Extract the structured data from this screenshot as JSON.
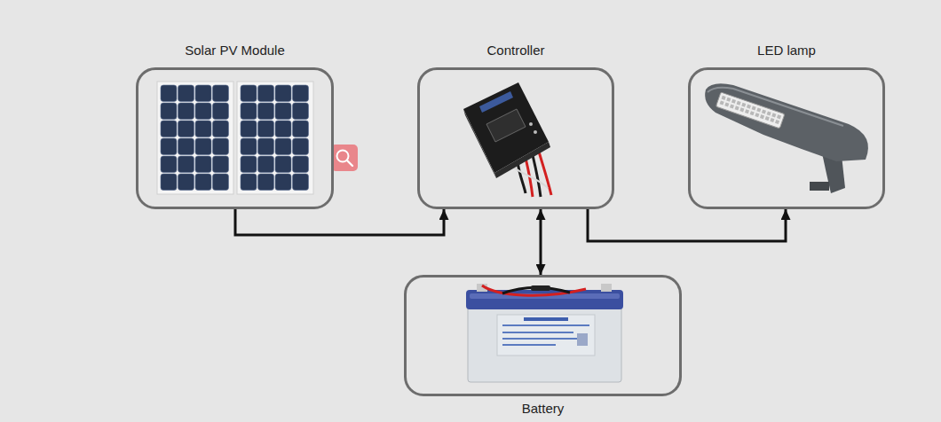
{
  "diagram": {
    "nodes": [
      {
        "text": [
          "Solar PV Module"
        ]
      },
      {
        "text": [
          "Controller"
        ]
      },
      {
        "text": [
          "LED lamp"
        ]
      },
      {
        "text": [
          "Battery"
        ]
      }
    ],
    "edges": [
      {
        "from": 0,
        "to": 1,
        "arrow": "to"
      },
      {
        "from": 1,
        "to": 3,
        "arrow": "both"
      },
      {
        "from": 1,
        "to": 2,
        "arrow": "to"
      }
    ]
  }
}
